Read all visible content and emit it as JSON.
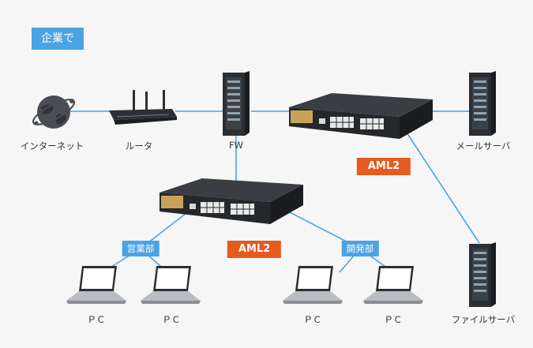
{
  "header": {
    "title": "企業で"
  },
  "nodes": {
    "internet": {
      "label": "インターネット",
      "icon": "globe-icon"
    },
    "router": {
      "label": "ルータ",
      "icon": "router-icon"
    },
    "firewall": {
      "label": "FW",
      "icon": "server-tower-icon"
    },
    "mail_server": {
      "label": "メールサーバ",
      "icon": "server-tower-icon"
    },
    "file_server": {
      "label": "ファイルサーバ",
      "icon": "server-tower-icon"
    },
    "switch_top": {
      "label": "AML2",
      "icon": "network-switch-icon"
    },
    "switch_mid": {
      "label": "AML2",
      "icon": "network-switch-icon"
    },
    "dept_sales": {
      "label": "営業部"
    },
    "dept_dev": {
      "label": "開発部"
    },
    "pc_1": {
      "label": "ＰＣ",
      "icon": "laptop-icon"
    },
    "pc_2": {
      "label": "ＰＣ",
      "icon": "laptop-icon"
    },
    "pc_3": {
      "label": "ＰＣ",
      "icon": "laptop-icon"
    },
    "pc_4": {
      "label": "ＰＣ",
      "icon": "laptop-icon"
    }
  },
  "colors": {
    "line": "#4ba3e4",
    "badge": "#4ba3e4",
    "aml_badge": "#e45a1f",
    "device_dark": "#2b2f33"
  }
}
